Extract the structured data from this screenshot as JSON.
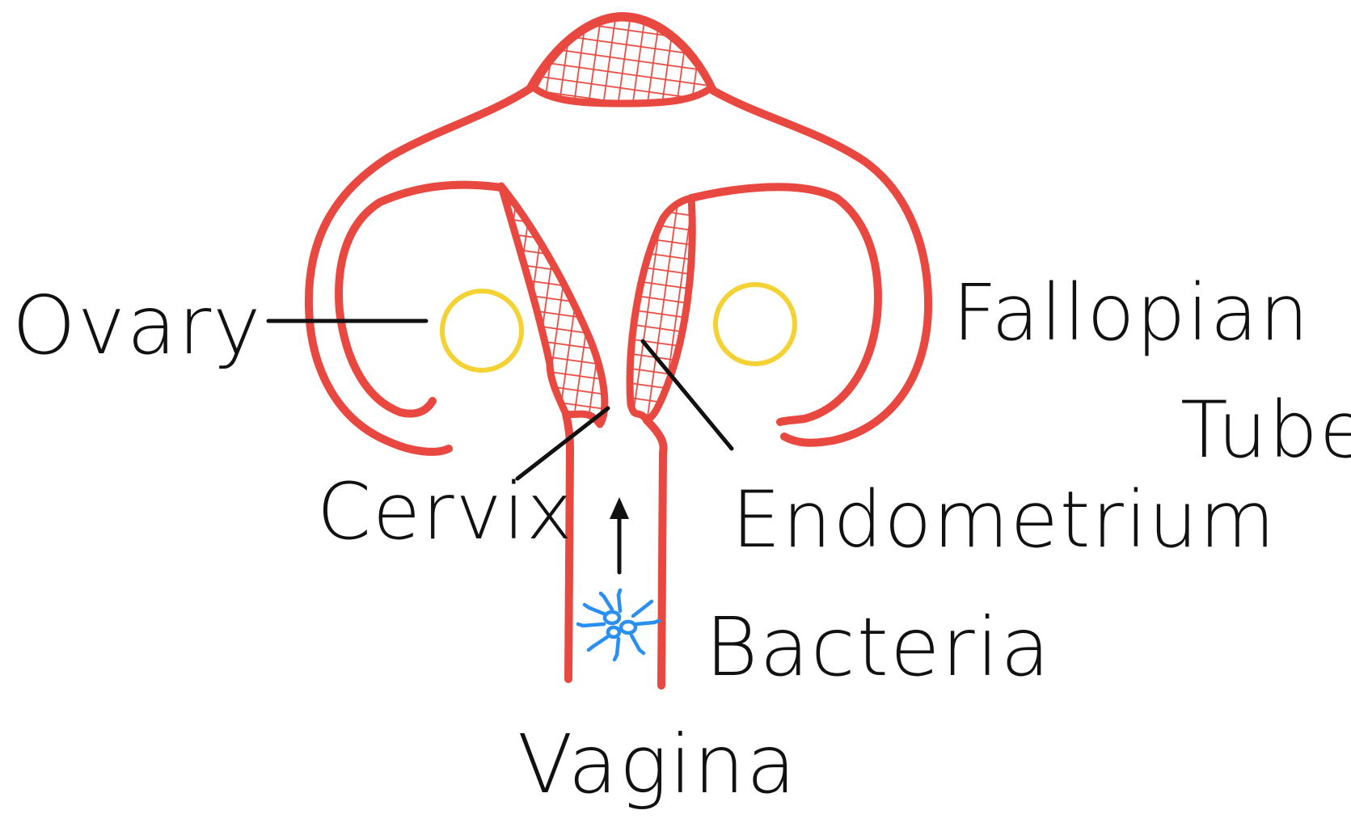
{
  "diagram": {
    "labels": {
      "ovary": "Ovary",
      "fallopian_line1": "Fallopian",
      "fallopian_line2": "Tube",
      "cervix": "Cervix",
      "endometrium": "Endometrium",
      "bacteria": "Bacteria",
      "vagina": "Vagina"
    },
    "colors": {
      "organ_outline": "#e8483f",
      "ovary": "#f4d234",
      "bacteria": "#2b8ff0",
      "leader_lines": "#111111",
      "background": "#ffffff"
    },
    "icons": {
      "bacteria": "bacteria-icon",
      "arrow": "arrow-up-icon"
    }
  }
}
